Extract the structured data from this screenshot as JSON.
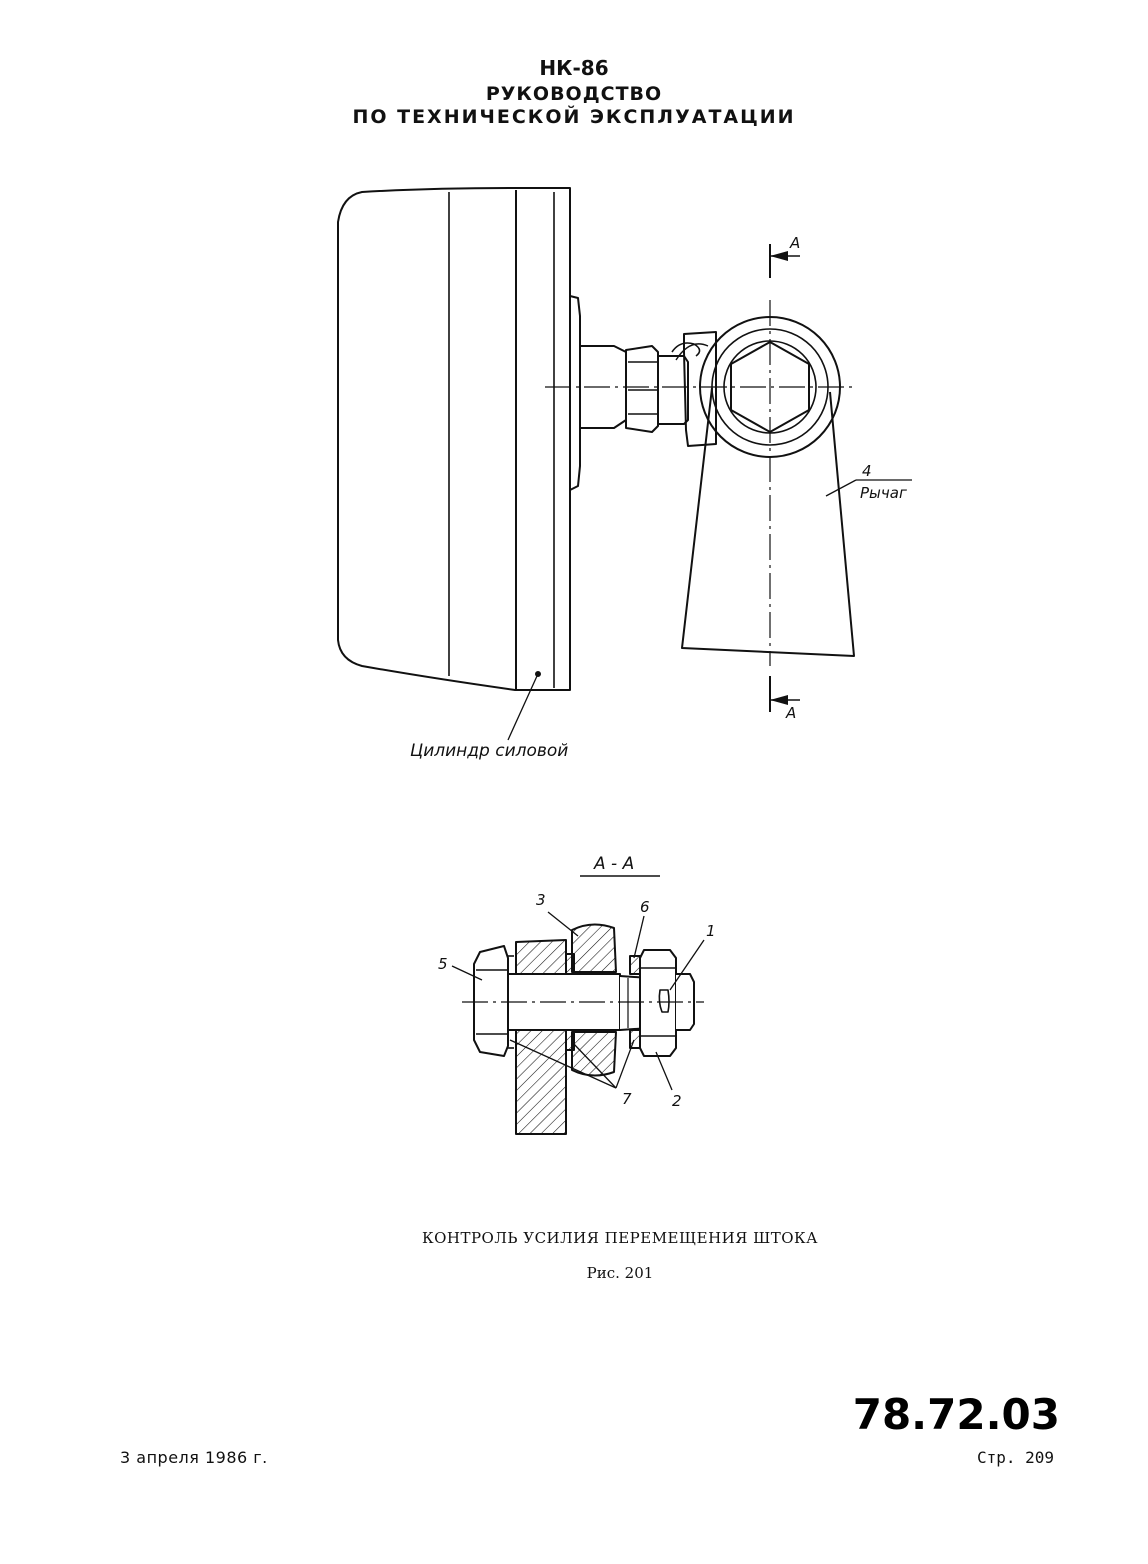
{
  "header": {
    "product": "НК-86",
    "title_line1": "РУКОВОДСТВО",
    "title_line2": "ПО ТЕХНИЧЕСКОЙ ЭКСПЛУАТАЦИИ"
  },
  "drawing_top": {
    "section_mark_top": "A",
    "section_mark_bottom": "A",
    "lever_number": "4",
    "lever_label": "Рычаг",
    "cylinder_label": "Цилиндр силовой"
  },
  "drawing_section": {
    "title": "A - A",
    "callouts": [
      "1",
      "2",
      "3",
      "5",
      "6",
      "7"
    ]
  },
  "caption": {
    "title": "КОНТРОЛЬ УСИЛИЯ ПЕРЕМЕЩЕНИЯ ШТОКА",
    "figure": "Рис. 201"
  },
  "footer": {
    "date": "3 апреля 1986 г.",
    "doc_number": "78.72.03",
    "page": "Стр. 209"
  }
}
